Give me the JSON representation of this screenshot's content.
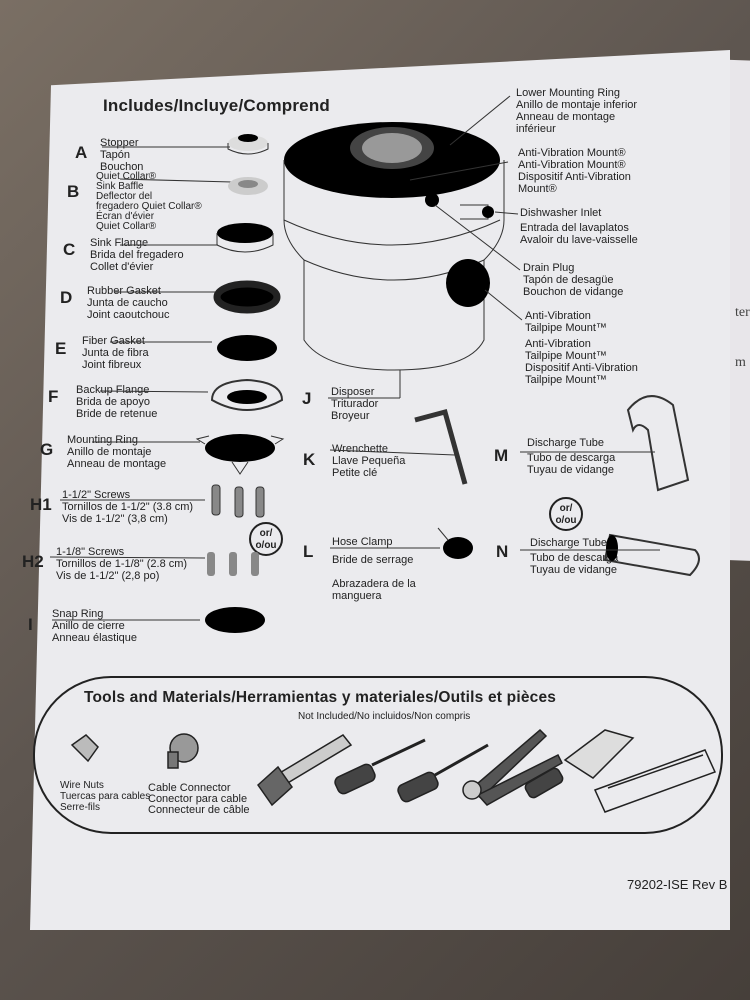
{
  "title": "Includes/Incluye/Comprend",
  "parts_left": [
    {
      "letter": "A",
      "lines": [
        "Stopper",
        "Tapón",
        "Bouchon"
      ]
    },
    {
      "letter": "B",
      "lines": [
        "Quiet Collar®",
        "Sink Baffle",
        "Deflector del",
        "fregadero Quiet Collar®",
        "Écran d'évier",
        "Quiet Collar®"
      ]
    },
    {
      "letter": "C",
      "lines": [
        "Sink Flange",
        "Brida del fregadero",
        "Collet d'évier"
      ]
    },
    {
      "letter": "D",
      "lines": [
        "Rubber Gasket",
        "Junta de caucho",
        "Joint caoutchouc"
      ]
    },
    {
      "letter": "E",
      "lines": [
        "Fiber Gasket",
        "Junta de fibra",
        "Joint fibreux"
      ]
    },
    {
      "letter": "F",
      "lines": [
        "Backup Flange",
        "Brida de apoyo",
        "Bride de retenue"
      ]
    },
    {
      "letter": "G",
      "lines": [
        "Mounting Ring",
        "Anillo de montaje",
        "Anneau de montage"
      ]
    },
    {
      "letter": "H1",
      "lines": [
        "1-1/2\" Screws",
        "Tornillos de 1-1/2\" (3.8 cm)",
        "Vis de 1-1/2\" (3,8 cm)"
      ]
    },
    {
      "letter": "H2",
      "lines": [
        "1-1/8\" Screws",
        "Tornillos de 1-1/8\" (2.8 cm)",
        "Vis de 1-1/2\" (2,8 po)"
      ]
    },
    {
      "letter": "I",
      "lines": [
        "Snap Ring",
        "Anillo de cierre",
        "Anneau élastique"
      ]
    }
  ],
  "or_badge": [
    "or/",
    "o/ou"
  ],
  "disposer_callouts": [
    [
      "Lower Mounting Ring",
      "Anillo de montaje inferior",
      "Anneau de montage",
      "inférieur"
    ],
    [
      "Anti-Vibration Mount®",
      "Anti-Vibration Mount®",
      "Dispositif Anti-Vibration",
      "Mount®"
    ],
    [
      "Dishwasher Inlet",
      "Entrada del lavaplatos",
      "Avaloir du lave-vaisselle"
    ],
    [
      "Drain Plug",
      "Tapón de desagüe",
      "Bouchon de vidange"
    ],
    [
      "Anti-Vibration",
      "Tailpipe Mount™",
      "Anti-Vibration",
      "Tailpipe Mount™",
      "Dispositif Anti-Vibration",
      "Tailpipe Mount™"
    ]
  ],
  "parts_middle": [
    {
      "letter": "J",
      "lines": [
        "Disposer",
        "Triturador",
        "Broyeur"
      ]
    },
    {
      "letter": "K",
      "lines": [
        "Wrenchette",
        "Llave Pequeña",
        "Petite clé"
      ]
    },
    {
      "letter": "L",
      "lines": [
        "Hose Clamp",
        "Bride de serrage",
        "",
        "Abrazadera de la",
        "manguera"
      ]
    }
  ],
  "parts_right": [
    {
      "letter": "M",
      "lines": [
        "Discharge Tube",
        "Tubo de descarga",
        "Tuyau de vidange"
      ]
    },
    {
      "letter": "N",
      "lines": [
        "Discharge Tube",
        "Tubo de descarga",
        "Tuyau de vidange"
      ]
    }
  ],
  "tools": {
    "title": "Tools and Materials/Herramientas y materiales/Outils et pièces",
    "subtitle": "Not Included/No incluidos/Non compris",
    "wire_nuts": [
      "Wire Nuts",
      "Tuercas para cables",
      "Serre-fils"
    ],
    "cable_connector": [
      "Cable Connector",
      "Conector para cable",
      "Connecteur de câble"
    ]
  },
  "doc_code": "79202-ISE Rev B",
  "side_fragments": [
    "ter",
    "m"
  ]
}
